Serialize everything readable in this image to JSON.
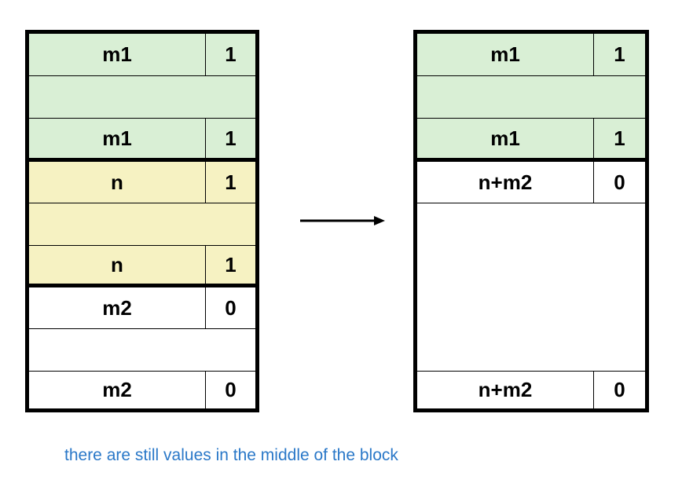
{
  "colors": {
    "allocated_fill": "#d9efd5",
    "free_fill": "#f6f2c2",
    "coalesced_fill": "#ffffff",
    "border": "#000000",
    "caption": "#2a78c8"
  },
  "before": {
    "blocks": [
      {
        "name": "m1-block",
        "header": {
          "size": "m1",
          "alloc": "1"
        },
        "footer": {
          "size": "m1",
          "alloc": "1"
        },
        "fill": "allocated_fill"
      },
      {
        "name": "n-block",
        "header": {
          "size": "n",
          "alloc": "1"
        },
        "footer": {
          "size": "n",
          "alloc": "1"
        },
        "fill": "free_fill"
      },
      {
        "name": "m2-block",
        "header": {
          "size": "m2",
          "alloc": "0"
        },
        "footer": {
          "size": "m2",
          "alloc": "0"
        },
        "fill": "coalesced_fill"
      }
    ]
  },
  "after": {
    "blocks": [
      {
        "name": "m1-block",
        "header": {
          "size": "m1",
          "alloc": "1"
        },
        "footer": {
          "size": "m1",
          "alloc": "1"
        },
        "fill": "allocated_fill"
      },
      {
        "name": "n-plus-m2-block",
        "header": {
          "size": "n+m2",
          "alloc": "0"
        },
        "footer": {
          "size": "n+m2",
          "alloc": "0"
        },
        "fill": "coalesced_fill"
      }
    ]
  },
  "arrow_icon": "right-arrow-icon",
  "caption": "there are still values in the middle of the block"
}
